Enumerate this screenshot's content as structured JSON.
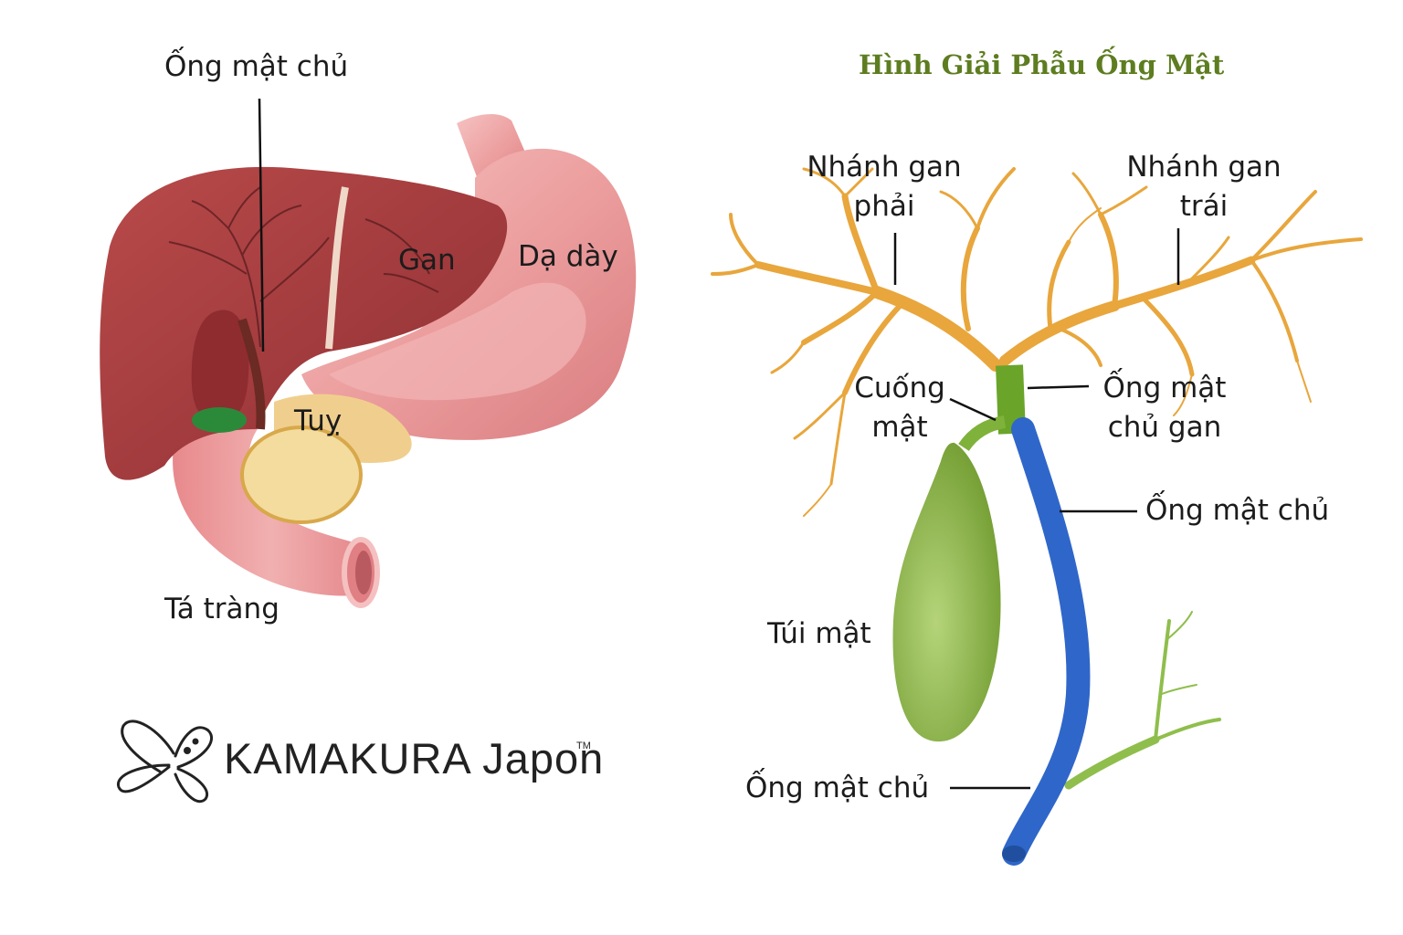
{
  "title": "Hình Giải Phẫu Ống Mật",
  "left_labels": {
    "common_bile_duct": "Ống mật chủ",
    "liver": "Gan",
    "stomach": "Dạ dày",
    "pancreas": "Tuỵ",
    "duodenum": "Tá tràng"
  },
  "right_labels": {
    "right_hepatic_l1": "Nhánh gan",
    "right_hepatic_l2": "phải",
    "left_hepatic_l1": "Nhánh gan",
    "left_hepatic_l2": "trái",
    "cystic_l1": "Cuống",
    "cystic_l2": "mật",
    "common_hepatic_l1": "Ống mật",
    "common_hepatic_l2": "chủ gan",
    "common_bile_duct_1": "Ống mật chủ",
    "gallbladder": "Túi mật",
    "common_bile_duct_2": "Ống mật chủ"
  },
  "logo": {
    "brand": "KAMAKURA Japon",
    "tm": "TM"
  },
  "colors": {
    "title": "#5d7d20",
    "liver": "#a83f3f",
    "stomach": "#e89a9a",
    "pancreas": "#f3d9a0",
    "bile_tree": "#e8a63c",
    "common_hepatic": "#6aa52a",
    "common_bile_duct": "#2f66c9",
    "gallbladder": "#8fbe4c"
  }
}
